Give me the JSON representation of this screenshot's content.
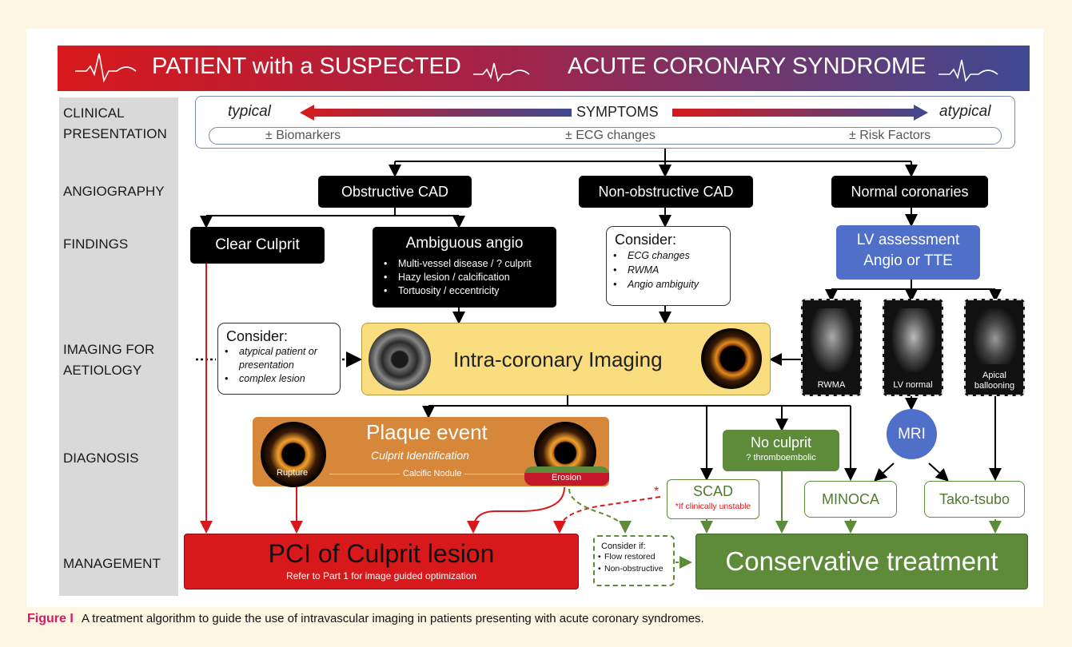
{
  "banner": {
    "part1": "PATIENT with a SUSPECTED",
    "part2": "ACUTE CORONARY SYNDROME"
  },
  "rows": [
    "CLINICAL",
    "PRESENTATION",
    "ANGIOGRAPHY",
    "FINDINGS",
    "IMAGING FOR",
    "AETIOLOGY",
    "DIAGNOSIS",
    "MANAGEMENT"
  ],
  "presentation": {
    "typical": "typical",
    "symptoms": "SYMPTOMS",
    "atypical": "atypical",
    "biomarkers": "± Biomarkers",
    "ecg": "± ECG changes",
    "risk": "±  Risk Factors"
  },
  "angiography": {
    "obstructive": "Obstructive CAD",
    "nonobstructive": "Non-obstructive CAD",
    "normal": "Normal coronaries"
  },
  "findings": {
    "clear": "Clear Culprit",
    "ambiguous_title": "Ambiguous angio",
    "ambiguous_items": [
      "Multi-vessel disease / ? culprit",
      "Hazy lesion / calcification",
      "Tortuosity / eccentricity"
    ],
    "consider_title": "Consider:",
    "consider_items": [
      "ECG changes",
      "RWMA",
      "Angio ambiguity"
    ],
    "lv_line1": "LV assessment",
    "lv_line2": "Angio or  TTE"
  },
  "imaging": {
    "consider_title": "Consider:",
    "consider_items": [
      "atypical patient or presentation",
      "complex lesion"
    ],
    "intracoronary": "Intra-coronary Imaging",
    "echo_labels": [
      "RWMA",
      "LV normal",
      "Apical ballooning"
    ]
  },
  "diagnosis": {
    "plaque_title": "Plaque event",
    "plaque_sub": "Culprit Identification",
    "rupture": "Rupture",
    "calcific": "Calcific Nodule",
    "erosion": "Erosion",
    "noculprit": "No culprit",
    "noculprit_sub": "? thromboembolic",
    "mri": "MRI",
    "scad": "SCAD",
    "scad_note": "*If clinically unstable",
    "star": "*",
    "minoca": "MINOCA",
    "takotsubo": "Tako-tsubo"
  },
  "management": {
    "pci": "PCI of Culprit lesion",
    "pci_sub": "Refer to Part 1 for image guided optimization",
    "consider_title": "Consider if:",
    "consider_items": [
      "Flow restored",
      "Non-obstructive"
    ],
    "conservative": "Conservative treatment"
  },
  "caption": {
    "label": "Figure I",
    "text": "A treatment algorithm to guide the use of intravascular imaging in patients presenting with acute coronary syndromes."
  },
  "colors": {
    "red": "#d8191b",
    "navy": "#3f4a92",
    "green": "#5e8b3a",
    "yellow": "#f9dd7f",
    "orange": "#d7873a",
    "blue": "#4f6fc9",
    "caption": "#d81b60"
  }
}
